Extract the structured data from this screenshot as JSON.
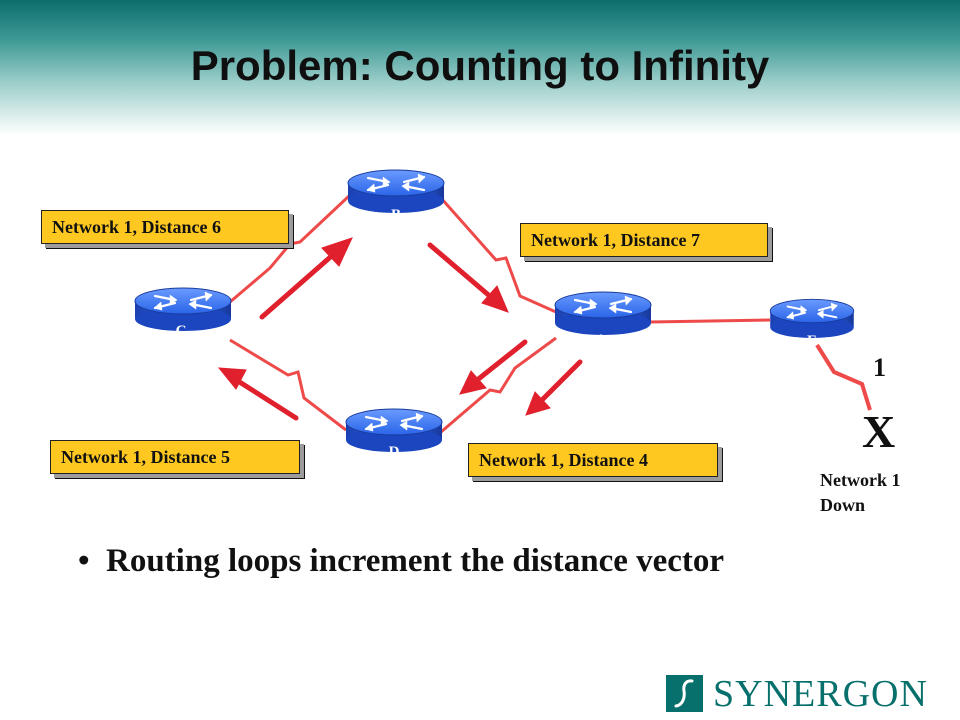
{
  "title": "Problem: Counting to Infinity",
  "routers": {
    "a": "A",
    "b": "B",
    "c": "C",
    "d": "D",
    "e": "E"
  },
  "callouts": {
    "b_to_a": "Network 1, Distance 7",
    "c_to_b": "Network 1, Distance 6",
    "d_to_c": "Network 1, Distance 5",
    "a_to_d": "Network 1, Distance 4"
  },
  "link_e_network": {
    "hop": "1",
    "failure_mark": "X"
  },
  "network_status": {
    "line1": "Network 1",
    "line2": "Down"
  },
  "bullet": "Routing loops increment the distance vector",
  "logo": {
    "text": "SYNERGON"
  },
  "colors": {
    "header_band": "#0c6e6b",
    "callout_fill": "#fec820",
    "link": "#ee4a4a",
    "arrow": "#e0202d",
    "router_fill": "#1f58d8",
    "logo": "#08706c"
  }
}
